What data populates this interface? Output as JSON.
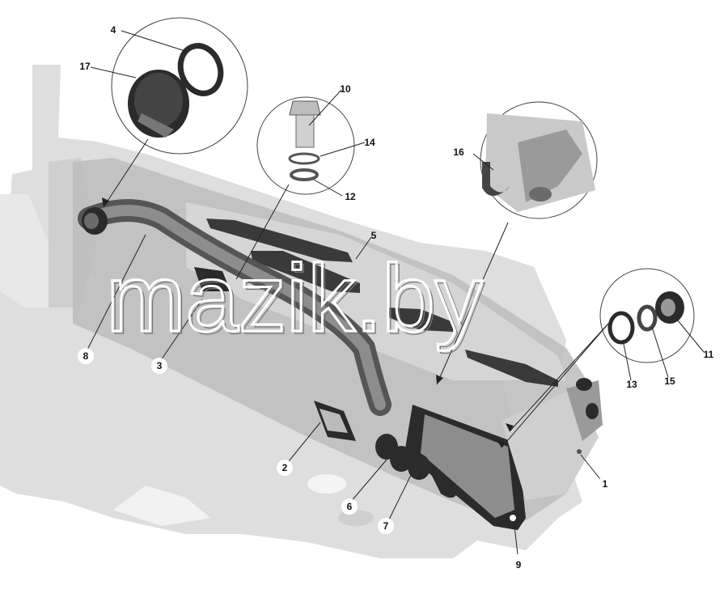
{
  "diagram": {
    "callouts": [
      "1",
      "2",
      "3",
      "4",
      "5",
      "6",
      "7",
      "8",
      "9",
      "10",
      "11",
      "12",
      "13",
      "14",
      "15",
      "16",
      "17"
    ]
  },
  "watermark": {
    "text": "mazik.by"
  },
  "colors": {
    "part_dark": "#2b2b2b",
    "frame_gray": "#cfcfcf",
    "bracket_gray": "#b9b9b9",
    "shadow": "#8d8d8d"
  }
}
